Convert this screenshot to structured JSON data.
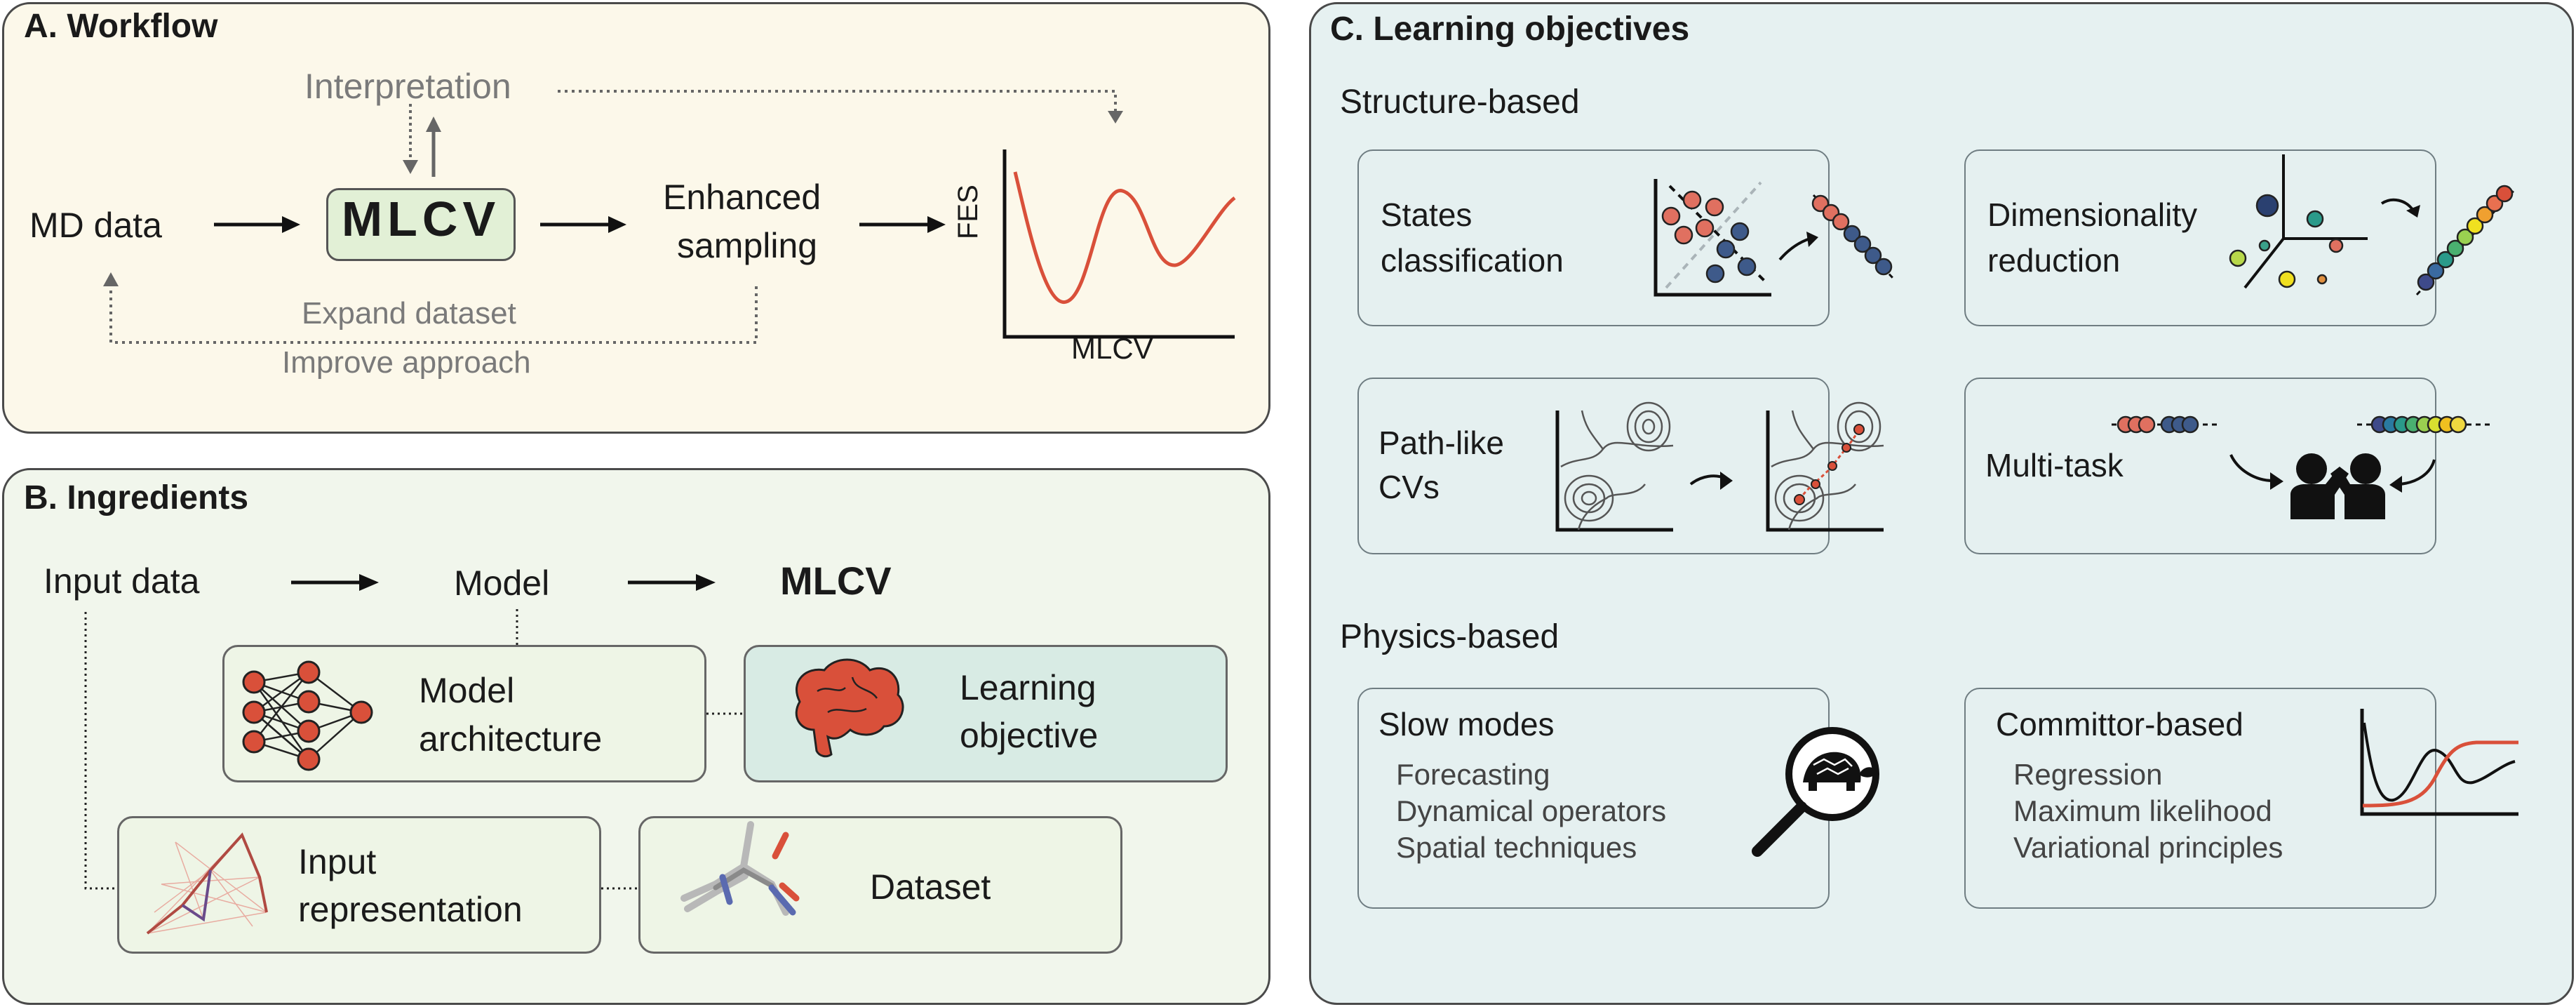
{
  "panel_a": {
    "title": "A.  Workflow",
    "md_data": "MD data",
    "mlcv": "MLCV",
    "interpretation": "Interpretation",
    "enhanced_sampling_line1": "Enhanced",
    "enhanced_sampling_line2": "sampling",
    "fes_ylabel": "FES",
    "fes_xlabel": "MLCV",
    "expand_dataset": "Expand dataset",
    "improve_approach": "Improve approach"
  },
  "panel_b": {
    "title": "B.  Ingredients",
    "input_data": "Input data",
    "model": "Model",
    "mlcv": "MLCV",
    "model_architecture_line1": "Model",
    "model_architecture_line2": "architecture",
    "learning_objective_line1": "Learning",
    "learning_objective_line2": "objective",
    "input_representation_line1": "Input",
    "input_representation_line2": "representation",
    "dataset": "Dataset"
  },
  "panel_c": {
    "title": "C.  Learning objectives",
    "structure_based": "Structure-based",
    "states_line1": "States",
    "states_line2": "classification",
    "dimred_line1": "Dimensionality",
    "dimred_line2": "reduction",
    "pathlike_line1": "Path-like",
    "pathlike_line2": "CVs",
    "multitask": "Multi-task",
    "physics_based": "Physics-based",
    "slow_modes": "Slow modes",
    "slow_items": [
      "Forecasting",
      "Dynamical operators",
      "Spatial techniques"
    ],
    "committor_based": "Committor-based",
    "committor_items": [
      "Regression",
      "Maximum likelihood",
      "Variational principles"
    ]
  },
  "colors": {
    "panel_a_bg": "#fcf8ea",
    "panel_b_bg": "#f1f6ec",
    "panel_c_bg": "#e6f1f1",
    "mlcv_box": "#e2f0d6",
    "learning_objective_box": "#d8ebe4",
    "accent_red": "#d9503a",
    "accent_blue": "#3e5a8a",
    "gray_text": "#7a7a7a"
  }
}
